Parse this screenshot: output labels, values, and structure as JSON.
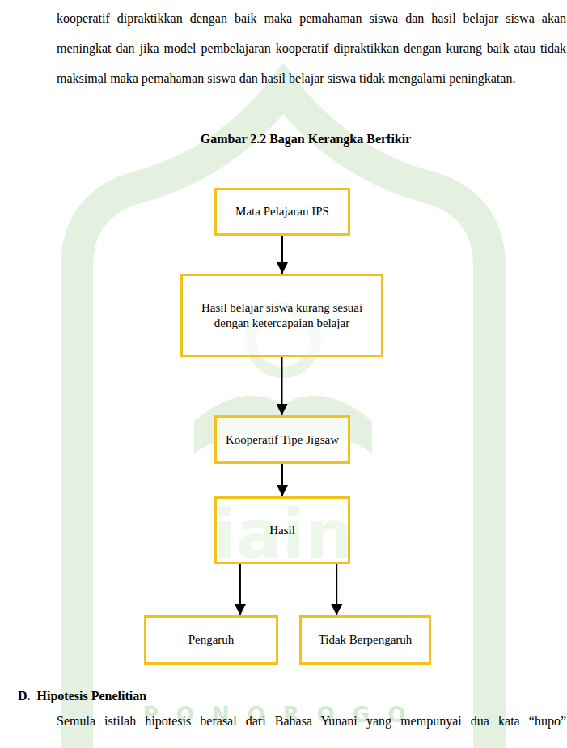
{
  "diagram": {
    "title": "Gambar 2.2 Bagan Kerangka Berfikir",
    "nodes": [
      {
        "text": [
          "Mata Pelajaran IPS"
        ]
      },
      {
        "text": [
          "Hasil belajar siswa kurang sesuai dengan ketercapaian belajar"
        ]
      },
      {
        "text": [
          "Kooperatif Tipe Jigsaw"
        ]
      },
      {
        "text": [
          "Hasil"
        ]
      },
      {
        "text": [
          "Pengaruh"
        ]
      },
      {
        "text": [
          "Tidak Berpengaruh"
        ]
      }
    ],
    "edges": [
      {
        "from": 0,
        "to": 1,
        "arrow": "to"
      },
      {
        "from": 1,
        "to": 2,
        "arrow": "to"
      },
      {
        "from": 2,
        "to": 3,
        "arrow": "to"
      },
      {
        "from": 3,
        "to": 4,
        "arrow": "to"
      },
      {
        "from": 3,
        "to": 5,
        "arrow": "to"
      }
    ],
    "labels": [
      "kooperatif dipraktikkan dengan baik maka pemahaman siswa dan hasil belajar siswa akan meningkat dan jika model pembelajaran kooperatif dipraktikkan dengan kurang baik atau tidak maksimal maka pemahaman siswa dan hasil belajar siswa tidak mengalami peningkatan.",
      "iain",
      "PONOROGO",
      "D.  Hipotesis Penelitian",
      "Semula istilah hipotesis berasal dari Bahasa Yunani yang mempunyai dua kata “hupo”"
    ]
  }
}
